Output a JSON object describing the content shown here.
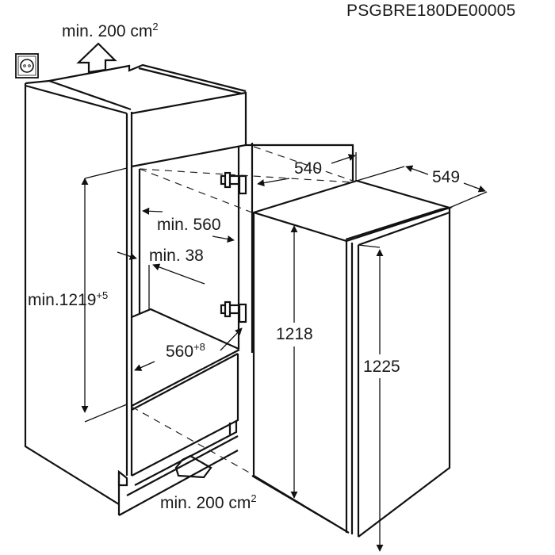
{
  "document_code": "PSGBRE180DE00005",
  "labels": {
    "top_vent": {
      "text": "min. 200 cm",
      "sup": "2"
    },
    "bottom_vent": {
      "text": "min. 200 cm",
      "sup": "2"
    },
    "niche_depth": "540",
    "appliance_depth": "549",
    "niche_width_top": "min. 560",
    "side_wall": "min. 38",
    "niche_height": {
      "text": "min.1219",
      "sup": "+5"
    },
    "niche_width_bottom": {
      "text": "560",
      "sup": "+8"
    },
    "appliance_body_height": "1218",
    "appliance_total_height": "1225"
  },
  "icons": {
    "power_socket": "power-socket-icon",
    "airflow_top": "arrow-up-icon",
    "airflow_bottom": "arrow-right-icon",
    "hinge_upper": "hinge-icon",
    "hinge_lower": "hinge-icon"
  },
  "colors": {
    "line": "#111111",
    "background": "#ffffff"
  }
}
